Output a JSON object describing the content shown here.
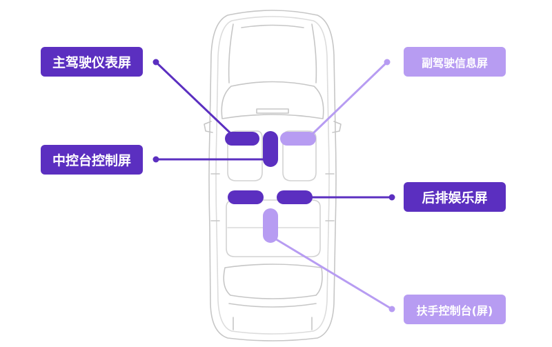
{
  "colors": {
    "dark_purple": "#5b2fc0",
    "light_purple": "#b79cf2",
    "car_outline": "#c4c4c4"
  },
  "labels": {
    "driver_screen": "主驾驶仪表屏",
    "center_console_screen": "中控台控制屏",
    "passenger_screen": "副驾驶信息屏",
    "rear_entertainment_screen": "后排娱乐屏",
    "armrest_console_screen": "扶手控制台(屏)"
  }
}
